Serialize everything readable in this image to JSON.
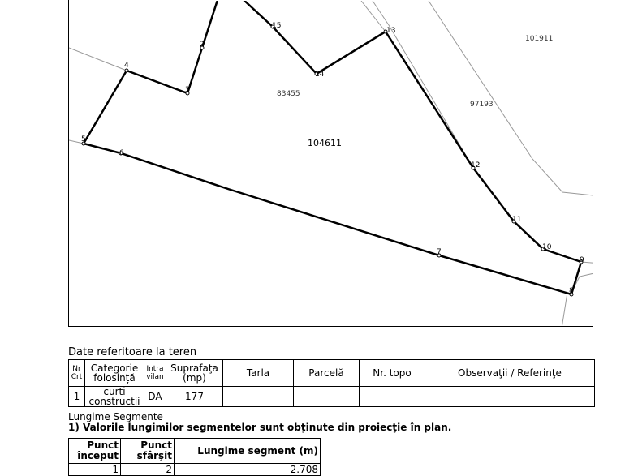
{
  "map": {
    "main_parcel": "104611",
    "neighbor_parcels": [
      "83455",
      "97193",
      "101911"
    ],
    "points": [
      "2",
      "3",
      "4",
      "5",
      "6",
      "7",
      "8",
      "9",
      "10",
      "11",
      "12",
      "13",
      "14",
      "15"
    ]
  },
  "teren": {
    "title": "Date referitoare la teren",
    "headers": {
      "nr": "Nr Crt",
      "categorie": "Categorie folosință",
      "intravilan": "Intra vilan",
      "suprafata": "Suprafaţa (mp)",
      "tarla": "Tarla",
      "parcela": "Parcelă",
      "nr_topo": "Nr. topo",
      "observatii": "Observaţii / Referinţe"
    },
    "row": {
      "nr": "1",
      "categorie": "curti constructii",
      "intravilan": "DA",
      "suprafata": "177",
      "tarla": "-",
      "parcela": "-",
      "nr_topo": "-",
      "observatii": ""
    }
  },
  "segmente": {
    "title": "Lungime Segmente",
    "note": "1) Valorile lungimilor segmentelor sunt obţinute din proiecţie în plan.",
    "headers": {
      "inceput": "Punct început",
      "sfarsit": "Punct sfârşit",
      "lungime": "Lungime segment (m)"
    },
    "rows": [
      {
        "inceput": "1",
        "sfarsit": "2",
        "lungime": "2.708"
      }
    ]
  }
}
